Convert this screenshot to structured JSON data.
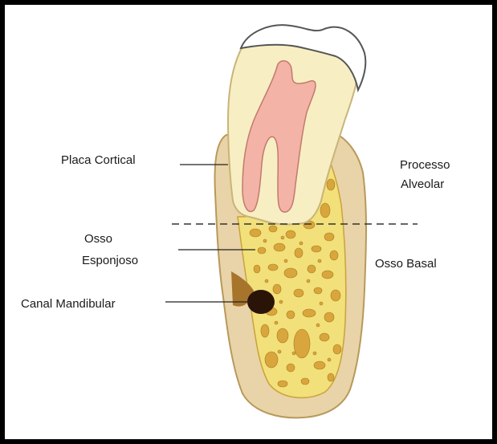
{
  "labels": {
    "placa_cortical": "Placa Cortical",
    "processo_alveolar_line1": "Processo",
    "processo_alveolar_line2": "Alveolar",
    "osso_esponjoso_line1": "Osso",
    "osso_esponjoso_line2": "Esponjoso",
    "osso_basal": "Osso Basal",
    "canal_mandibular": "Canal Mandibular"
  },
  "colors": {
    "frame": "#000000",
    "bone_outer": "#e9d3a8",
    "bone_edge": "#b8995a",
    "spongy_bone": "#f2e07a",
    "trabecula": "#d8a63c",
    "enamel": "#ffffff",
    "dentin": "#f7efc3",
    "pulp": "#f3b3a6",
    "canal": "#2a1408"
  }
}
